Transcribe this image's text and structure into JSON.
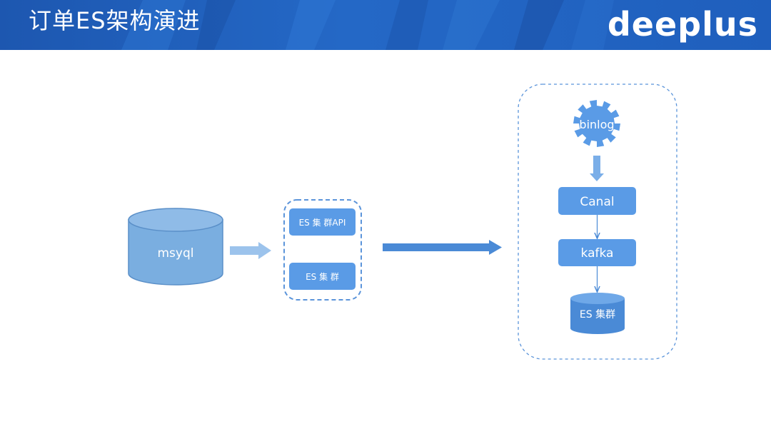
{
  "header": {
    "title": "订单ES架构演进",
    "logo": "deeplus"
  },
  "diagram": {
    "source_db": "msyql",
    "cluster_group": {
      "api_box": "ES 集 群API",
      "cluster_box": "ES 集 群"
    },
    "pipeline": {
      "binlog": "binlog",
      "canal": "Canal",
      "kafka": "kafka",
      "target_db": "ES 集群"
    }
  },
  "colors": {
    "header_blue": "#1f5fbd",
    "node_blue": "#5a9be6",
    "db_blue": "#7aaee0",
    "arrow_light": "#9cc3ec",
    "arrow_dark": "#4a8ad6",
    "dashed": "#5b94da"
  }
}
